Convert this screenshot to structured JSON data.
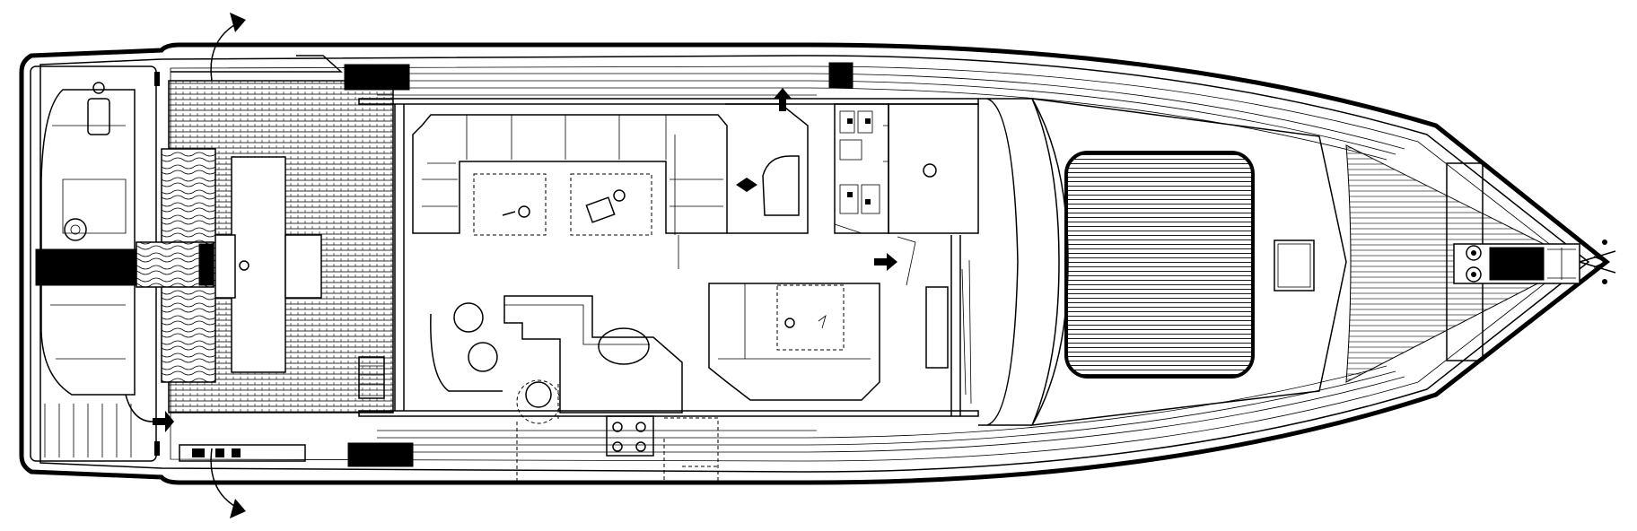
{
  "diagram": {
    "type": "yacht-deck-plan",
    "view": "top",
    "orientation": "bow-right",
    "style": "black-line-drawing",
    "labels": [],
    "colors": {
      "line": "#000000",
      "background": "#ffffff"
    },
    "icons": [
      "boarding-arrow-icon",
      "door-arrow-icon",
      "helm-wheel-icon",
      "stove-icon",
      "anchor-windlass-icon"
    ]
  }
}
